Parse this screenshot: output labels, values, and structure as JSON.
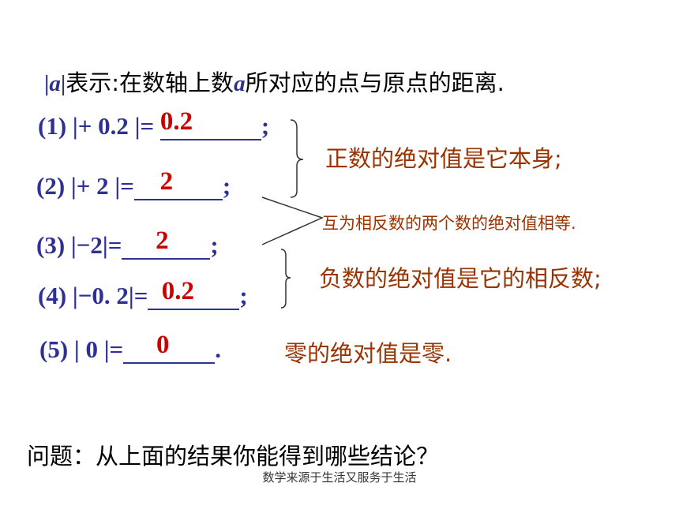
{
  "definition": {
    "bar_left": "|",
    "var": "a",
    "bar_right": "|",
    "text1": "表示:在数轴上数",
    "var2": "a",
    "text2": "所对应的点与原点的距离."
  },
  "equations": [
    {
      "prefix": "(1) |+  0.2 |= ",
      "answer": "0.2",
      "suffix": ";"
    },
    {
      "prefix": "(2) |+  2 |=",
      "answer": "2",
      "suffix": ";"
    },
    {
      "prefix": "(3) |−2|=",
      "answer": "2",
      "suffix": ";"
    },
    {
      "prefix": "(4) |−0. 2|=",
      "answer": "0.2",
      "suffix": ";"
    },
    {
      "prefix": "(5) | 0 |=",
      "answer": "0",
      "suffix": "."
    }
  ],
  "notes": {
    "positive": "正数的绝对值是它本身;",
    "opposite": "互为相反数的两个数的绝对值相等.",
    "negative": "负数的绝对值是它的相反数;",
    "zero": "零的绝对值是零."
  },
  "question": "问题：从上面的结果你能得到哪些结论？",
  "footer": "数学来源于生活又服务于生活"
}
